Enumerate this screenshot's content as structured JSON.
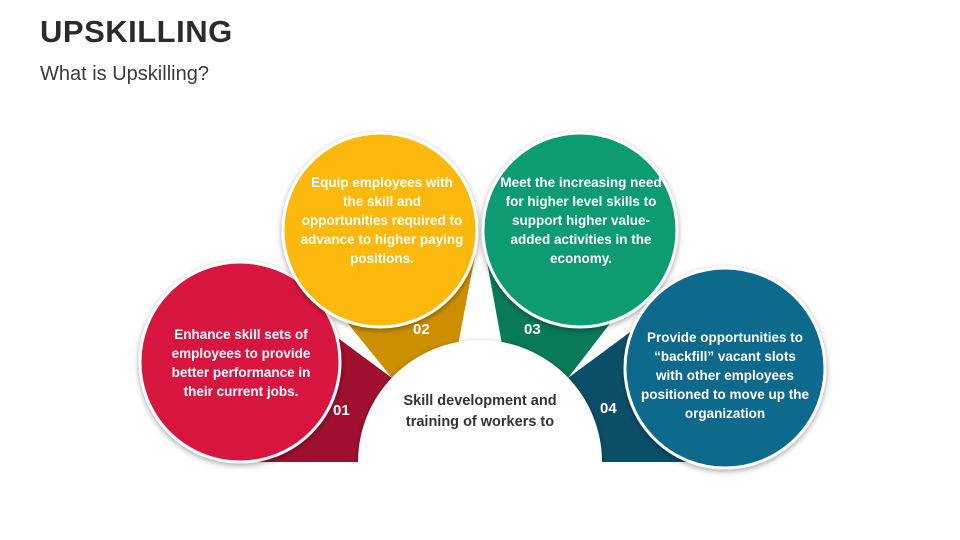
{
  "header": {
    "title": "UPSKILLING",
    "subtitle": "What is Upskilling?"
  },
  "center": {
    "text": "Skill development and training of workers to"
  },
  "items": [
    {
      "number": "01",
      "text": "Enhance skill sets of employees to provide better performance in their current jobs.",
      "color": "#d71440",
      "dark": "#a00f30"
    },
    {
      "number": "02",
      "text": "Equip employees with the skill and opportunities required to advance to higher paying positions.",
      "color": "#fbb80f",
      "dark": "#cc8f00"
    },
    {
      "number": "03",
      "text": "Meet the increasing need for higher level skills to support higher value-added activities in the economy.",
      "color": "#0a9b6f",
      "dark": "#087a57"
    },
    {
      "number": "04",
      "text": "Provide opportunities to “backfill” vacant slots with other employees positioned to move up the organization",
      "color": "#0f6b8c",
      "dark": "#0b4e67"
    }
  ]
}
